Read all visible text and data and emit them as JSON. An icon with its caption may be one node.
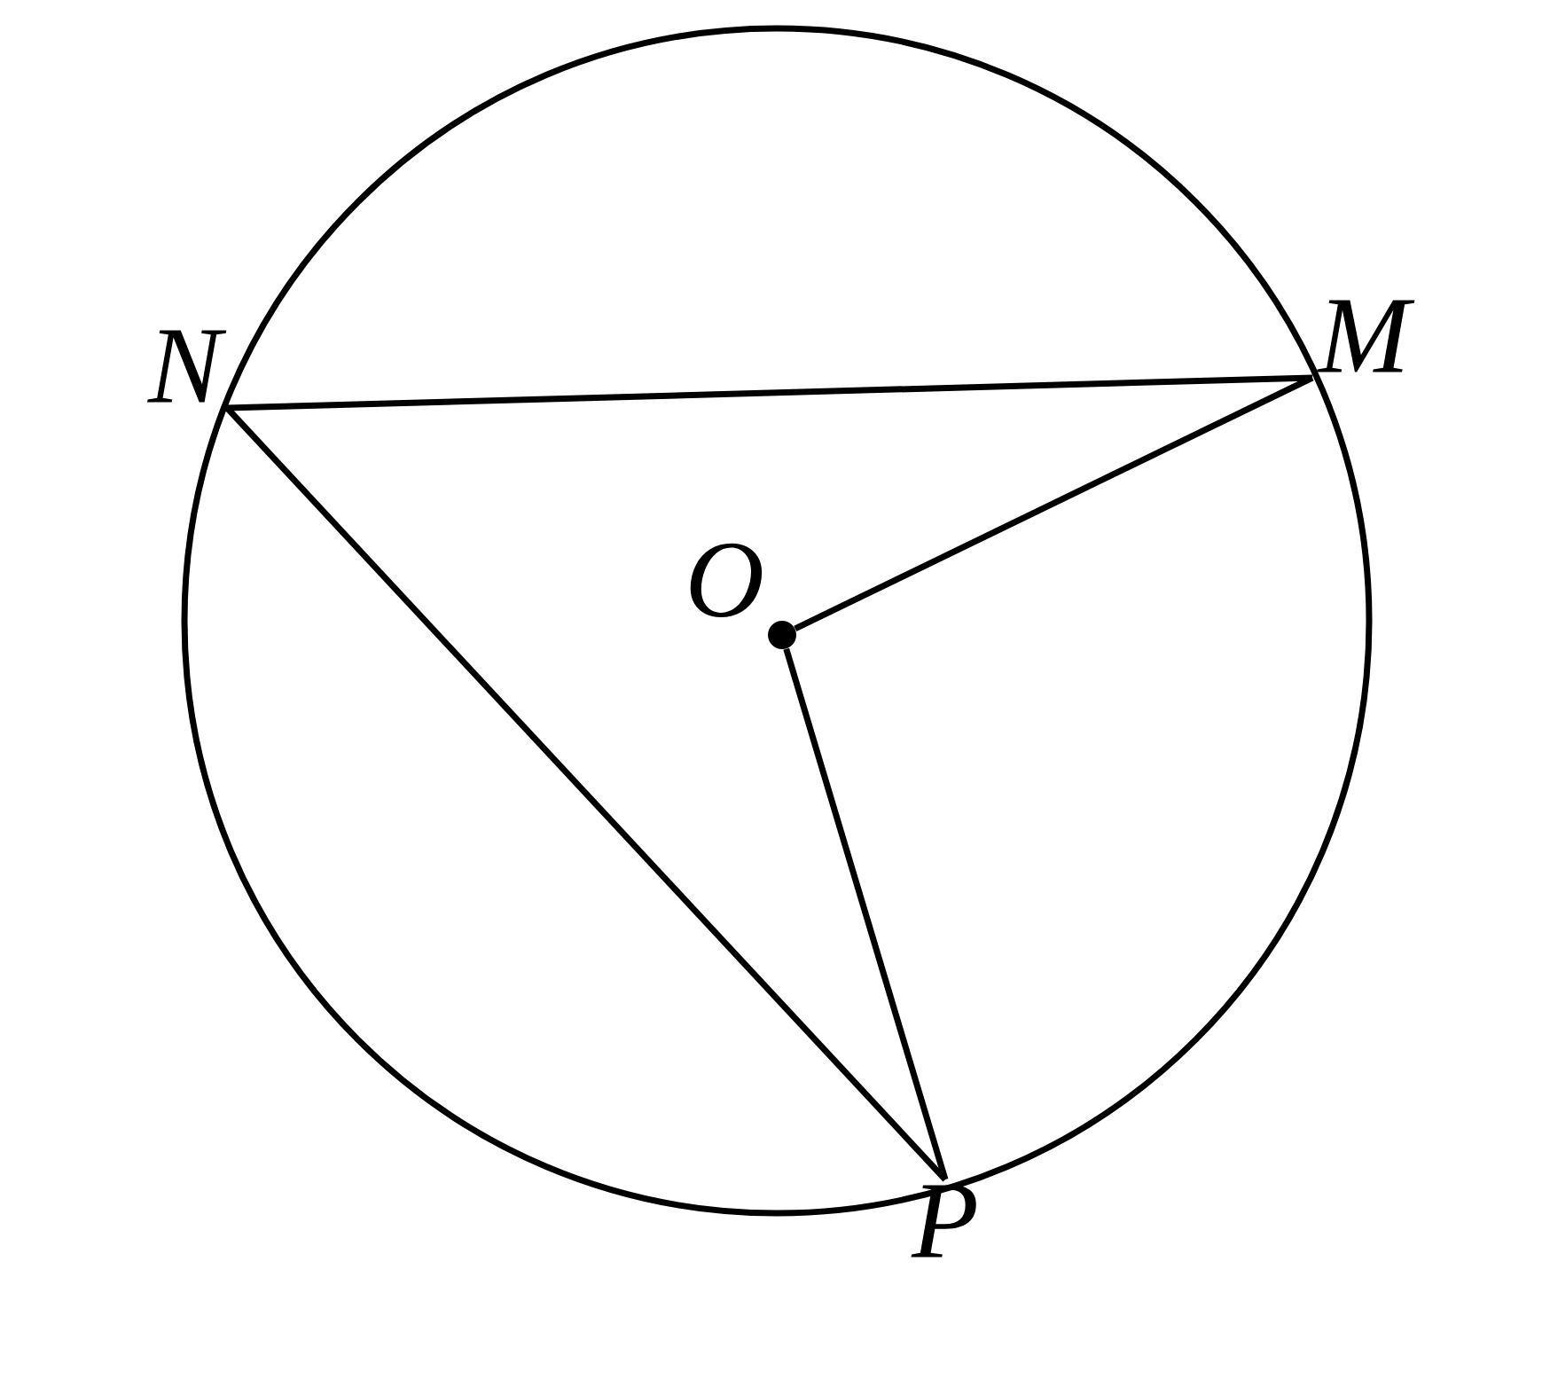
{
  "diagram": {
    "nodes": [
      {
        "text": [
          "N"
        ]
      },
      {
        "text": [
          "M"
        ]
      },
      {
        "text": [],
        "shape": "circle",
        "beside": [
          "O"
        ]
      },
      {
        "text": [
          "P"
        ]
      }
    ],
    "edges": [
      {
        "from": 0,
        "to": 1,
        "arrow": "none"
      },
      {
        "from": 2,
        "to": 1,
        "arrow": "none"
      },
      {
        "from": 2,
        "to": 3,
        "arrow": "none"
      },
      {
        "from": 0,
        "to": 3,
        "arrow": "none"
      }
    ]
  }
}
